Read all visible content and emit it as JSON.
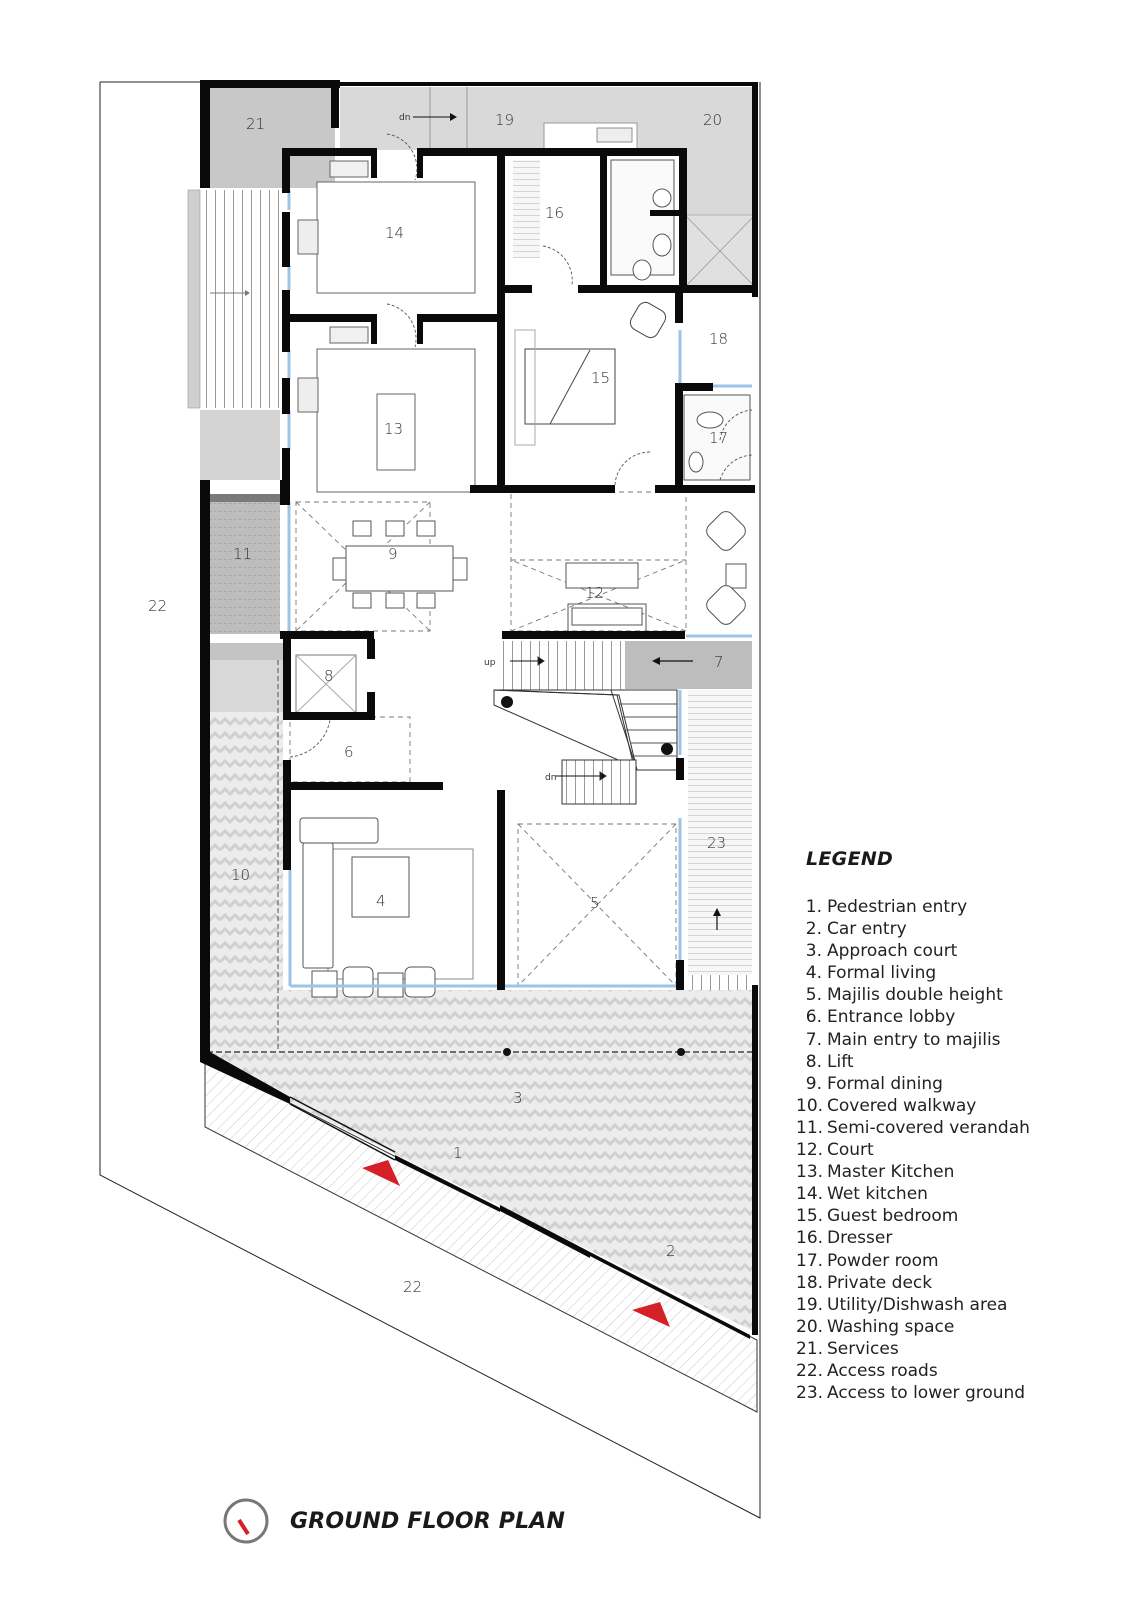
{
  "drawing": {
    "title": "GROUND FLOOR PLAN",
    "north_indicator": "north-arrow-icon",
    "colors": {
      "wall": "#0a0a0a",
      "service_gray": "#c8c8c8",
      "paving_gray": "#d9d9d9",
      "chevron_light": "#ececec",
      "entry_arrow_red": "#d62027",
      "glazing_blue": "#9dc3e6",
      "north_circle": "#777777"
    }
  },
  "room_labels": {
    "r1": "1",
    "r2": "2",
    "r3": "3",
    "r4": "4",
    "r5": "5",
    "r6": "6",
    "r7": "7",
    "r8": "8",
    "r9": "9",
    "r10": "10",
    "r11": "11",
    "r12": "12",
    "r13": "13",
    "r14": "14",
    "r15": "15",
    "r16": "16",
    "r17": "17",
    "r18": "18",
    "r19": "19",
    "r20": "20",
    "r21": "21",
    "r22a": "22",
    "r22b": "22",
    "r23": "23"
  },
  "stair_labels": {
    "dn_top": "dn",
    "up_main": "up",
    "dn_main": "dn"
  },
  "legend": {
    "title": "LEGEND",
    "items": [
      {
        "num": "1.",
        "label": "Pedestrian entry"
      },
      {
        "num": "2.",
        "label": "Car entry"
      },
      {
        "num": "3.",
        "label": "Approach court"
      },
      {
        "num": "4.",
        "label": "Formal living"
      },
      {
        "num": "5.",
        "label": "Majilis double height"
      },
      {
        "num": "6.",
        "label": "Entrance lobby"
      },
      {
        "num": "7.",
        "label": "Main entry to majilis"
      },
      {
        "num": "8.",
        "label": "Lift"
      },
      {
        "num": "9.",
        "label": "Formal dining"
      },
      {
        "num": "10.",
        "label": "Covered walkway"
      },
      {
        "num": "11.",
        "label": "Semi-covered verandah"
      },
      {
        "num": "12.",
        "label": "Court"
      },
      {
        "num": "13.",
        "label": "Master Kitchen"
      },
      {
        "num": "14.",
        "label": "Wet kitchen"
      },
      {
        "num": "15.",
        "label": "Guest bedroom"
      },
      {
        "num": "16.",
        "label": "Dresser"
      },
      {
        "num": "17.",
        "label": "Powder room"
      },
      {
        "num": "18.",
        "label": "Private deck"
      },
      {
        "num": "19.",
        "label": "Utility/Dishwash area"
      },
      {
        "num": "20.",
        "label": "Washing space"
      },
      {
        "num": "21.",
        "label": "Services"
      },
      {
        "num": "22.",
        "label": "Access roads"
      },
      {
        "num": "23.",
        "label": "Access to lower ground"
      }
    ]
  }
}
